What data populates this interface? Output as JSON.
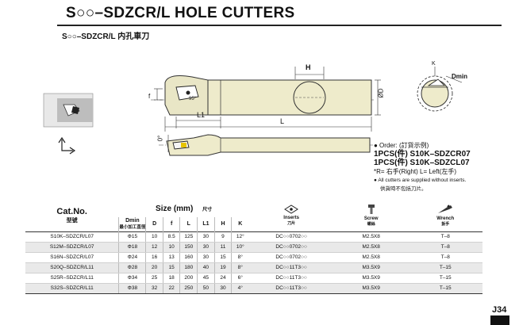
{
  "header": {
    "title": "S○○–SDZCR/L HOLE CUTTERS",
    "subtitle": "S○○–SDZCR/L  内孔車刀"
  },
  "drawing_labels": {
    "H": "H",
    "D": "ØD",
    "f": "f",
    "L1": "L1",
    "L": "L",
    "angle": "0°",
    "K": "K",
    "Dmin": "Dmin"
  },
  "notes": {
    "order_label": "● Order: (訂貨示例)",
    "example_right": "1PCS(件) S10K–SDZCR07",
    "example_left": "1PCS(件) S10K–SDZCL07",
    "hand_note": "*R= 右手(Right)   L= Left(左手)",
    "inserts_note": "● All cutters are supplied without inserts.",
    "inserts_note_cn": "供貨時不包括刀片。"
  },
  "table": {
    "cat_label": "Cat.No.",
    "cat_sub": "型號",
    "size_label": "Size (mm)",
    "size_sub": "尺寸",
    "columns": {
      "dmin": "Dmin",
      "dmin_sub": "最小加工直徑",
      "d": "D",
      "f": "f",
      "l": "L",
      "l1": "L1",
      "h": "H",
      "k": "K"
    },
    "icons": {
      "inserts": "Inserts",
      "inserts_sub": "刀片",
      "screw": "Screw",
      "screw_sub": "螺絲",
      "wrench": "Wrench",
      "wrench_sub": "扳手"
    },
    "rows": [
      {
        "cat": "S10K–SDZCR/L07",
        "dmin": "Φ15",
        "d": "10",
        "f": "8.5",
        "l": "125",
        "l1": "30",
        "h": "9",
        "k": "12°",
        "insert": "DC○○0702○○",
        "screw": "M2.5X8",
        "wrench": "T–8"
      },
      {
        "cat": "S12M–SDZCR/L07",
        "dmin": "Φ18",
        "d": "12",
        "f": "10",
        "l": "150",
        "l1": "30",
        "h": "11",
        "k": "10°",
        "insert": "DC○○0702○○",
        "screw": "M2.5X8",
        "wrench": "T–8"
      },
      {
        "cat": "S16N–SDZCR/L07",
        "dmin": "Φ24",
        "d": "16",
        "f": "13",
        "l": "160",
        "l1": "30",
        "h": "15",
        "k": "8°",
        "insert": "DC○○0702○○",
        "screw": "M2.5X8",
        "wrench": "T–8"
      },
      {
        "cat": "S20Q–SDZCR/L11",
        "dmin": "Φ28",
        "d": "20",
        "f": "15",
        "l": "180",
        "l1": "40",
        "h": "19",
        "k": "8°",
        "insert": "DC○○11T3○○",
        "screw": "M3.5X9",
        "wrench": "T–15"
      },
      {
        "cat": "S25R–SDZCR/L11",
        "dmin": "Φ34",
        "d": "25",
        "f": "18",
        "l": "200",
        "l1": "45",
        "h": "24",
        "k": "6°",
        "insert": "DC○○11T3○○",
        "screw": "M3.5X9",
        "wrench": "T–15"
      },
      {
        "cat": "S32S–SDZCR/L11",
        "dmin": "Φ38",
        "d": "32",
        "f": "22",
        "l": "250",
        "l1": "50",
        "h": "30",
        "k": "4°",
        "insert": "DC○○11T3○○",
        "screw": "M3.5X9",
        "wrench": "T–15"
      }
    ]
  },
  "footer": {
    "page_number": "J34"
  }
}
